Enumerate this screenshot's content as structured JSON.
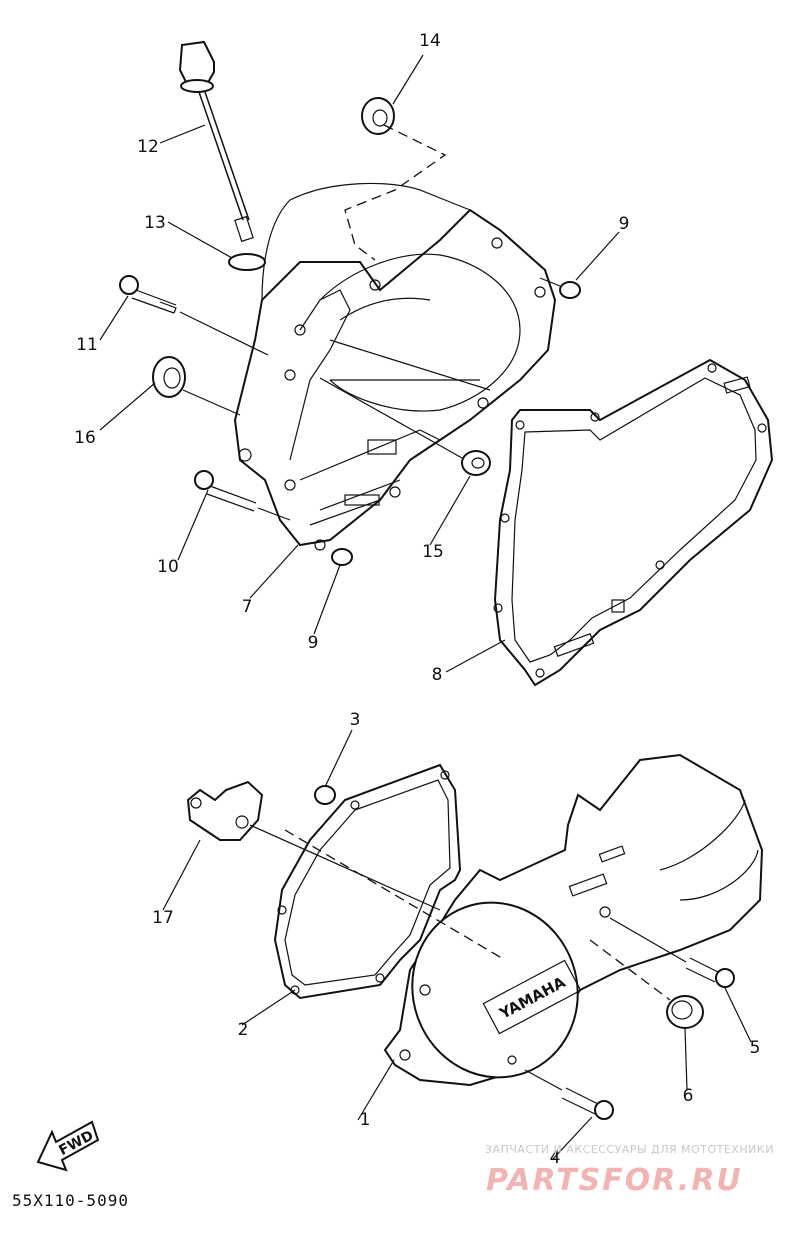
{
  "diagram": {
    "callouts": [
      "1",
      "2",
      "3",
      "4",
      "5",
      "6",
      "7",
      "8",
      "9",
      "9",
      "10",
      "11",
      "12",
      "13",
      "14",
      "15",
      "16",
      "17"
    ],
    "fwd_label": "FWD",
    "brand_on_cover": "YAMAHA",
    "drawing_code": "55X110-5090"
  },
  "watermark": {
    "line1": "ЗАПЧАСТИ И АКСЕССУАРЫ ДЛЯ МОТОТЕХНИКИ",
    "line2": "PARTSFOR.RU"
  }
}
